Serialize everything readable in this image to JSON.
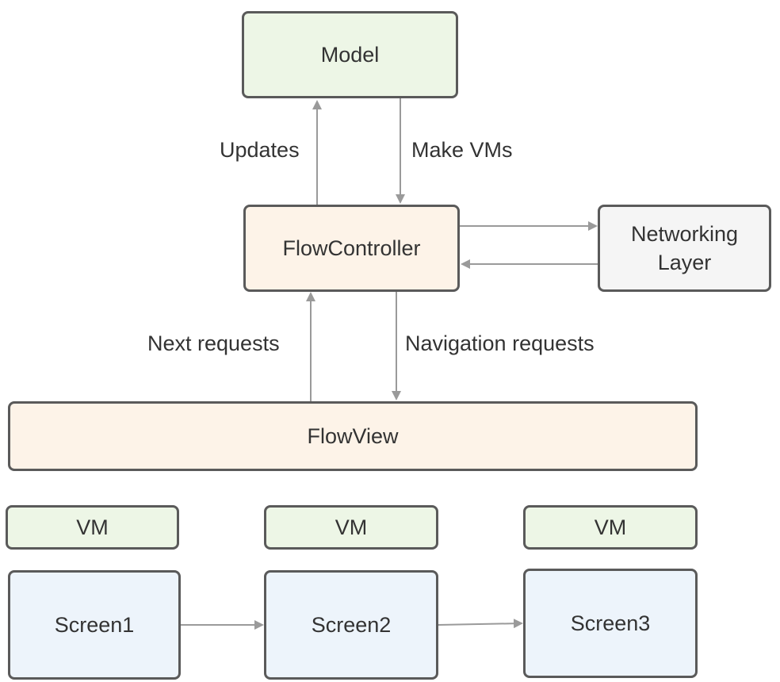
{
  "nodes": {
    "model": "Model",
    "flow_controller": "FlowController",
    "networking_layer": "Networking\nLayer",
    "flow_view": "FlowView",
    "vm1": "VM",
    "vm2": "VM",
    "vm3": "VM",
    "screen1": "Screen1",
    "screen2": "Screen2",
    "screen3": "Screen3"
  },
  "edge_labels": {
    "updates": "Updates",
    "make_vms": "Make VMs",
    "next_requests": "Next requests",
    "navigation_requests": "Navigation requests"
  },
  "colors": {
    "border": "#5a5a5a",
    "arrow": "#9a9a9a",
    "green_fill": "#edf6e6",
    "peach_fill": "#fdf3e8",
    "grey_fill": "#f5f5f5",
    "blue_fill": "#edf4fb"
  }
}
